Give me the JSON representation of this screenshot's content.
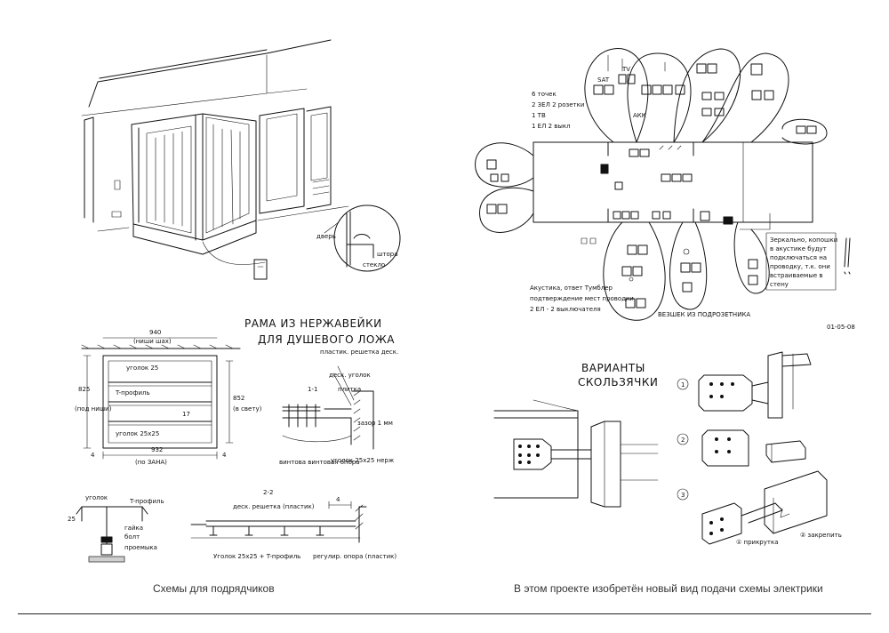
{
  "frame_title": {
    "line1": "РАМА ИЗ НЕРЖАВЕЙКИ",
    "line2": "ДЛЯ ДУШЕВОГО ЛОЖА"
  },
  "sketch_labels": {
    "door": "дверь",
    "curtain": "штора",
    "glass": "стекло",
    "width_top": "940",
    "width_top_sub": "(ниши шах)",
    "corner_label": "уголок 25",
    "t_profile": "T-профиль",
    "corner_bottom": "уголок 25х25",
    "dim_left": "825",
    "dim_left_sub": "(под ниши)",
    "dim_right": "852",
    "dim_right_sub": "(в свету)",
    "width_bottom": "932",
    "width_bottom_sub": "(по ЗАНА)",
    "section_1": "1-1",
    "plastic_grid": "пластик. решетка деск.",
    "deck_corner": "деск. уголок",
    "tile": "плитка",
    "gap": "зазор 1 мм",
    "screw_support": "винтова винтовая опора",
    "corner_steel": "уголок 25х25 нерж",
    "section_2": "2-2",
    "corner_small": "уголок",
    "t_profile_2": "T-профиль",
    "nut": "гайка",
    "bolt": "болт",
    "bracket": "проемыка",
    "dim_25": "25",
    "deck_grid": "деск. решетка (пластик)",
    "corner_25_t": "Уголок 25х25 + T-профиль",
    "adjustable_support": "регулир. опора (пластик)",
    "dim_4": "4"
  },
  "electric_labels": {
    "note_main": "Зеркально, копошки в акустике будут подключаться на проводку, т.к. они встраиваемые в стену",
    "legend_1": "Акустика, ответ Тумблер",
    "legend_2": "подтверждение мест проводки",
    "legend_3": "2 ЕЛ - 2 выключателя",
    "box_label": "ВЕЗШЕК ИЗ ПОДРОЗЕТНИКА",
    "date": "01-05-08",
    "hint_1": "6 точек",
    "hint_2": "2 ЗЕЛ 2 розетки",
    "hint_3": "1 ТВ",
    "hint_4": "1 ЕЛ 2 выкл",
    "sat": "SAT",
    "tv": "TV",
    "akk": "АКК"
  },
  "sliding_title": {
    "line1": "ВАРИАНТЫ",
    "line2": "СКОЛЬЗЯЧКИ"
  },
  "sliding_labels": {
    "opt1": "1",
    "opt2": "2",
    "opt3": "3",
    "pricrutka": "① прикрутка",
    "zakrepit": "② закрепить"
  },
  "captions": {
    "left": "Схемы для подрядчиков",
    "right": "В этом проекте изобретён новый вид подачи схемы электрики"
  }
}
